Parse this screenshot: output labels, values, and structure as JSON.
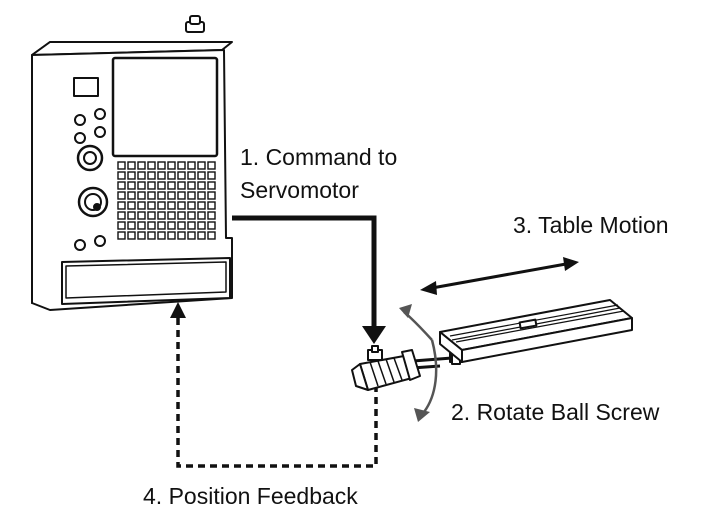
{
  "labels": {
    "command_line1": "1. Command to",
    "command_line2": "Servomotor",
    "table_motion": "3. Table Motion",
    "rotate_ball_screw": "2. Rotate Ball Screw",
    "position_feedback": "4. Position Feedback"
  },
  "colors": {
    "line": "#111111",
    "panel": "#ffffff"
  }
}
